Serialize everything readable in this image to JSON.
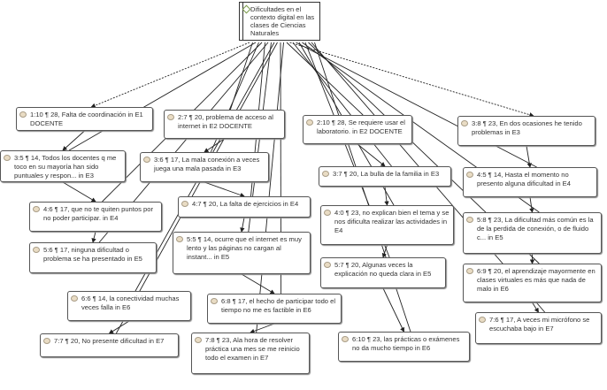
{
  "root": {
    "id": "root",
    "label": "Dificultades en el contexto digital en las clases de Ciencias Naturales"
  },
  "nodes": [
    {
      "id": "n1",
      "label": "1:10 ¶ 28, Falta de coordinación in E1 DOCENTE"
    },
    {
      "id": "n2",
      "label": "2:7 ¶ 20, problema de acceso al internet in E2 DOCENTE"
    },
    {
      "id": "n3",
      "label": "3:5 ¶ 14, Todos los docentes q me toco en su mayoría han sido puntuales y respon... in E3"
    },
    {
      "id": "n4",
      "label": "3:6 ¶ 17, La mala conexión a veces juega una mala pasada in E3"
    },
    {
      "id": "n5",
      "label": "4:6 ¶ 17, que no te quiten puntos por no poder participar. in E4"
    },
    {
      "id": "n6",
      "label": "4:7 ¶ 20, La falta de ejercicios in E4"
    },
    {
      "id": "n7",
      "label": "5:6 ¶ 17, ninguna dificultad o problema se ha presentado in E5"
    },
    {
      "id": "n8",
      "label": "5:5 ¶ 14, ocurre que el internet es muy lento y las páginas no cargan al instant... in E5"
    },
    {
      "id": "n9",
      "label": "6:6 ¶ 14, la conectividad muchas veces falla in E6"
    },
    {
      "id": "n10",
      "label": "7:7 ¶ 20, No presente dificultad in E7"
    },
    {
      "id": "n11",
      "label": "6:8 ¶ 17, el hecho de participar todo el tiempo no me es factible in E6"
    },
    {
      "id": "n12",
      "label": "7:8 ¶ 23, Ala hora de resolver práctica una mes se me reinicio todo el examen in E7"
    },
    {
      "id": "n13",
      "label": "2:10 ¶ 28, Se requiere usar el laboratorio. in E2 DOCENTE"
    },
    {
      "id": "n14",
      "label": "3:8 ¶ 23, En dos ocasiones he tenido problemas in E3"
    },
    {
      "id": "n15",
      "label": "3:7 ¶ 20, La bulla de la familia in E3"
    },
    {
      "id": "n16",
      "label": "4:5 ¶ 14, Hasta el momento no presento alguna dificultad in E4"
    },
    {
      "id": "n17",
      "label": "4:0 ¶ 23, no explican bien el tema y se nos dificulta realizar las actividades in E4"
    },
    {
      "id": "n18",
      "label": "5:8 ¶ 23, La dificultad más común es la de la perdida de conexión, o de fluido c... in E5"
    },
    {
      "id": "n19",
      "label": "5:7 ¶ 20, Algunas veces la explicación no queda clara in E5"
    },
    {
      "id": "n20",
      "label": "6:9 ¶ 20, el aprendizaje mayormente en clases virtuales es más que nada de malo in E6"
    },
    {
      "id": "n21",
      "label": "7:6 ¶ 17, A veces mi micrófono se escuchaba bajo in E7"
    },
    {
      "id": "n22",
      "label": "6:10 ¶ 23, las prácticas o exámenes no da mucho tiempo in E6"
    }
  ],
  "edges": [
    [
      "n1",
      "n3"
    ],
    [
      "n3",
      "n5"
    ],
    [
      "n5",
      "n7"
    ],
    [
      "n9",
      "n10"
    ],
    [
      "n2",
      "n4"
    ],
    [
      "n4",
      "n6"
    ],
    [
      "n6",
      "n8"
    ],
    [
      "n8",
      "n11"
    ],
    [
      "n11",
      "n12"
    ],
    [
      "n13",
      "n15"
    ],
    [
      "n15",
      "n17"
    ],
    [
      "n17",
      "n19"
    ],
    [
      "n19",
      "n22"
    ],
    [
      "n14",
      "n16"
    ],
    [
      "n16",
      "n18"
    ],
    [
      "n18",
      "n20"
    ],
    [
      "n20",
      "n21"
    ]
  ]
}
